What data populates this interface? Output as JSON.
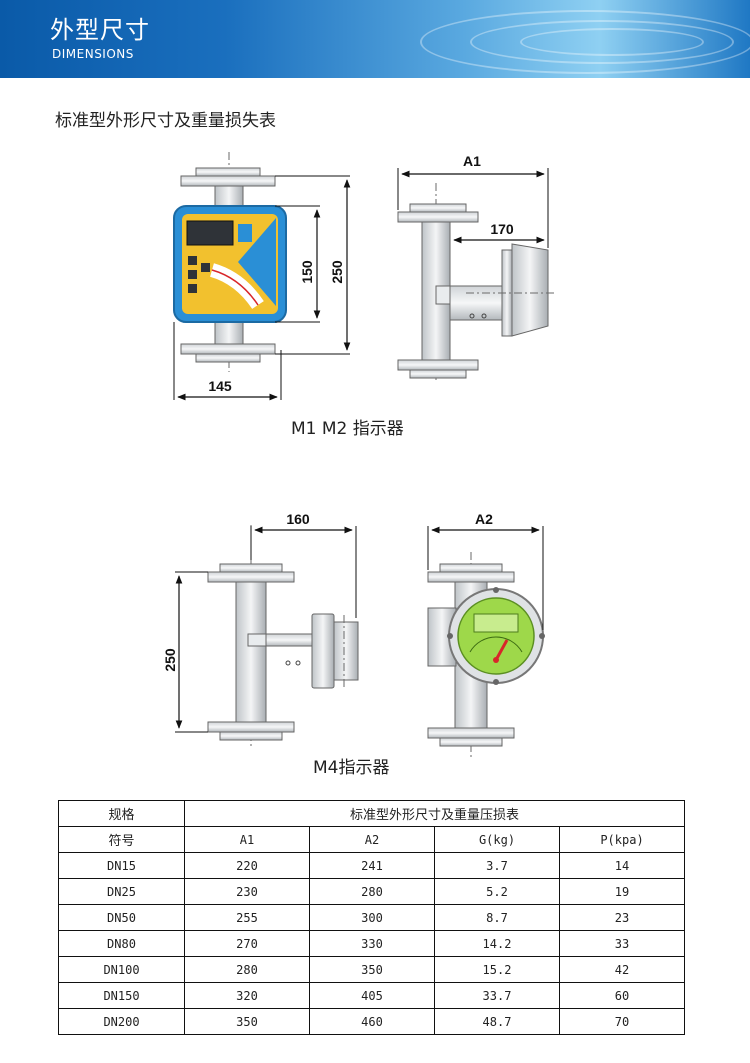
{
  "header": {
    "title": "外型尺寸",
    "subtitle": "DIMENSIONS"
  },
  "section_heading": "标准型外形尺寸及重量损失表",
  "drawing_m1m2": {
    "caption": "M1 M2 指示器",
    "dims": {
      "a1": "A1",
      "d170": "170",
      "d150": "150",
      "d250": "250",
      "d145": "145"
    }
  },
  "drawing_m4": {
    "caption": "M4指示器",
    "dims": {
      "d160": "160",
      "a2": "A2",
      "d250": "250"
    }
  },
  "table": {
    "group_label": "规格",
    "group_title": "标准型外形尺寸及重量压损表",
    "headers": [
      "符号",
      "A1",
      "A2",
      "G(kg)",
      "P(kpa)"
    ],
    "rows": [
      [
        "DN15",
        "220",
        "241",
        "3.7",
        "14"
      ],
      [
        "DN25",
        "230",
        "280",
        "5.2",
        "19"
      ],
      [
        "DN50",
        "255",
        "300",
        "8.7",
        "23"
      ],
      [
        "DN80",
        "270",
        "330",
        "14.2",
        "33"
      ],
      [
        "DN100",
        "280",
        "350",
        "15.2",
        "42"
      ],
      [
        "DN150",
        "320",
        "405",
        "33.7",
        "60"
      ],
      [
        "DN200",
        "350",
        "460",
        "48.7",
        "70"
      ]
    ]
  },
  "colors": {
    "banner_dark": "#0a5aa8",
    "banner_light": "#8fd0f2",
    "indicator_blue": "#2a8fd6",
    "indicator_yellow": "#f2c12e",
    "lcd_green": "#9ed84a",
    "pointer_red": "#d8262a"
  }
}
